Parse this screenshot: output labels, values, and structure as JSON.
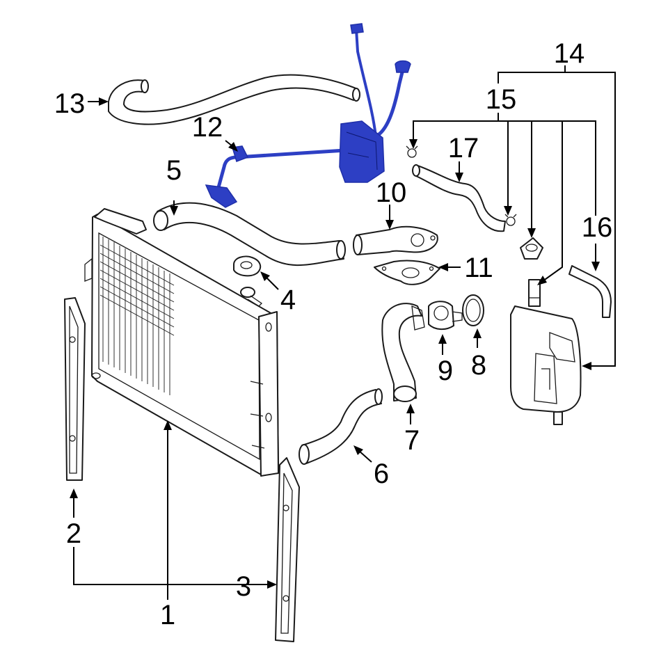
{
  "diagram": {
    "highlight_color": "#2d3fc4",
    "highlight_outline": "#1f2fa8",
    "line_color": "#1a1a1a",
    "callouts": [
      {
        "id": "1",
        "label": "1"
      },
      {
        "id": "2",
        "label": "2"
      },
      {
        "id": "3",
        "label": "3"
      },
      {
        "id": "4",
        "label": "4"
      },
      {
        "id": "5",
        "label": "5"
      },
      {
        "id": "6",
        "label": "6"
      },
      {
        "id": "7",
        "label": "7"
      },
      {
        "id": "8",
        "label": "8"
      },
      {
        "id": "9",
        "label": "9"
      },
      {
        "id": "10",
        "label": "10"
      },
      {
        "id": "11",
        "label": "11"
      },
      {
        "id": "12",
        "label": "12"
      },
      {
        "id": "13",
        "label": "13"
      },
      {
        "id": "14",
        "label": "14"
      },
      {
        "id": "15",
        "label": "15"
      },
      {
        "id": "16",
        "label": "16"
      },
      {
        "id": "17",
        "label": "17"
      }
    ]
  }
}
